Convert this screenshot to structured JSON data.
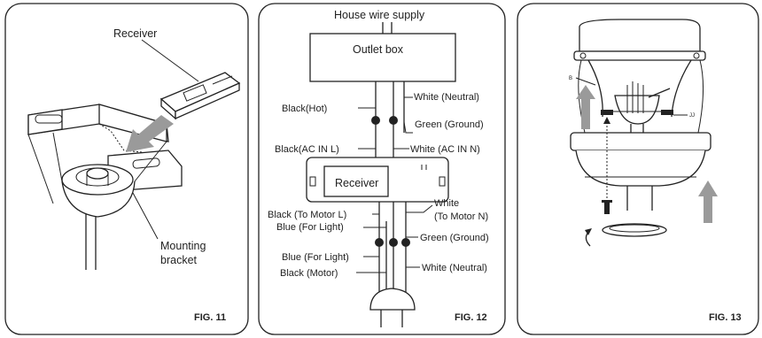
{
  "fig11": {
    "caption": "FIG. 11",
    "receiver_label": "Receiver",
    "bracket_label_line1": "Mounting",
    "bracket_label_line2": "bracket"
  },
  "fig12": {
    "caption": "FIG. 12",
    "title": "House wire supply",
    "outlet_box": "Outlet box",
    "receiver": "Receiver",
    "labels": {
      "black_hot": "Black(Hot)",
      "white_neutral_top": "White (Neutral)",
      "green_ground_top": "Green (Ground)",
      "black_ac_in": "Black(AC IN L)",
      "white_ac_in": "White (AC IN N)",
      "black_to_motor": "Black (To Motor L)",
      "blue_for_light_1": "Blue (For Light)",
      "white_to_motor_1": "White",
      "white_to_motor_2": "(To Motor N)",
      "green_ground_bottom": "Green (Ground)",
      "blue_for_light_2": "Blue (For Light)",
      "black_motor": "Black (Motor)",
      "white_neutral_bottom": "White (Neutral)"
    }
  },
  "fig13": {
    "caption": "FIG. 13",
    "label_b": "B",
    "label_jj": "JJ"
  },
  "colors": {
    "line": "#222222",
    "arrow_gray": "#9a9a9a"
  }
}
